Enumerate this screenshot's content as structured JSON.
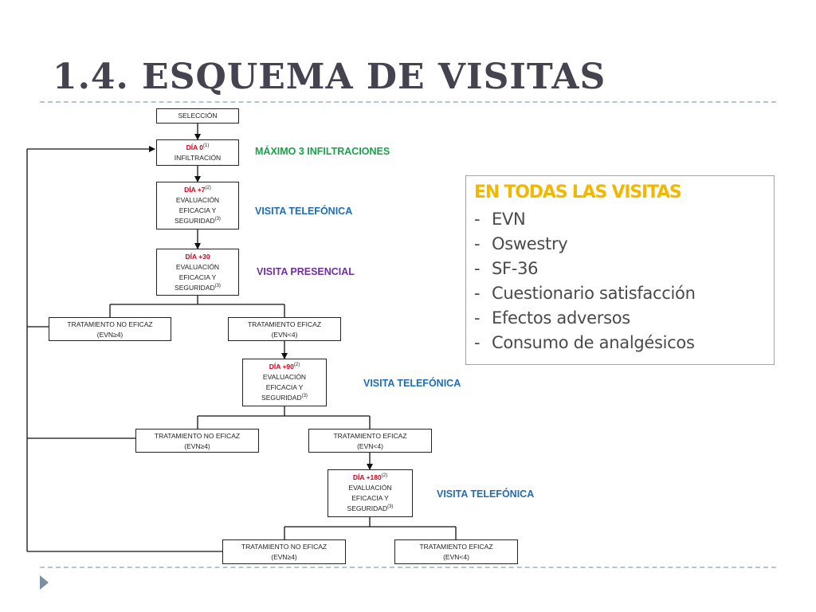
{
  "slide": {
    "title": "1.4. ESQUEMA DE VISITAS"
  },
  "nodes": {
    "seleccion": {
      "text": "SELECCIÓN"
    },
    "dia0": {
      "day": "DÍA 0",
      "sup": "(1)",
      "body": "INFILTRACIÓN"
    },
    "dia7": {
      "day": "DÍA +7",
      "sup": "(2)",
      "body1": "EVALUACIÓN",
      "body2": "EFICACIA Y",
      "body3": "SEGURIDAD",
      "sup3": "(3)"
    },
    "dia30": {
      "day": "DÍA +30",
      "body1": "EVALUACIÓN",
      "body2": "EFICACIA Y",
      "body3": "SEGURIDAD",
      "sup3": "(3)"
    },
    "dia90": {
      "day": "DÍA +90",
      "sup": "(2)",
      "body1": "EVALUACIÓN",
      "body2": "EFICACIA Y",
      "body3": "SEGURIDAD",
      "sup3": "(3)"
    },
    "dia180": {
      "day": "DÍA +180",
      "sup": "(2)",
      "body1": "EVALUACIÓN",
      "body2": "EFICACIA Y",
      "body3": "SEGURIDAD",
      "sup3": "(3)"
    },
    "no_eficaz_1": {
      "line1": "TRATAMIENTO NO EFICAZ",
      "line2": "(EVN≥4)"
    },
    "eficaz_1": {
      "line1": "TRATAMIENTO EFICAZ",
      "line2": "(EVN<4)"
    },
    "no_eficaz_2": {
      "line1": "TRATAMIENTO NO EFICAZ",
      "line2": "(EVN≥4)"
    },
    "eficaz_2": {
      "line1": "TRATAMIENTO EFICAZ",
      "line2": "(EVN<4)"
    },
    "no_eficaz_3": {
      "line1": "TRATAMIENTO NO EFICAZ",
      "line2": "(EVN≥4)"
    },
    "eficaz_3": {
      "line1": "TRATAMIENTO EFICAZ",
      "line2": "(EVN<4)"
    }
  },
  "labels": {
    "infiltraciones": "MÁXIMO 3 INFILTRACIONES",
    "tel_1": "VISITA TELEFÓNICA",
    "presencial": "VISITA PRESENCIAL",
    "tel_2": "VISITA TELEFÓNICA",
    "tel_3": "VISITA TELEFÓNICA"
  },
  "info_box": {
    "title": "EN TODAS LAS VISITAS",
    "items": [
      "EVN",
      "Oswestry",
      "SF-36",
      "Cuestionario satisfacción",
      "Efectos adversos",
      "Consumo de analgésicos"
    ]
  },
  "colors": {
    "title": "#44434f",
    "day_red": "#d0021b",
    "green_label": "#16a34a",
    "blue_label": "#1f6db3",
    "purple_label": "#7030a0",
    "info_title": "#f2b701"
  }
}
